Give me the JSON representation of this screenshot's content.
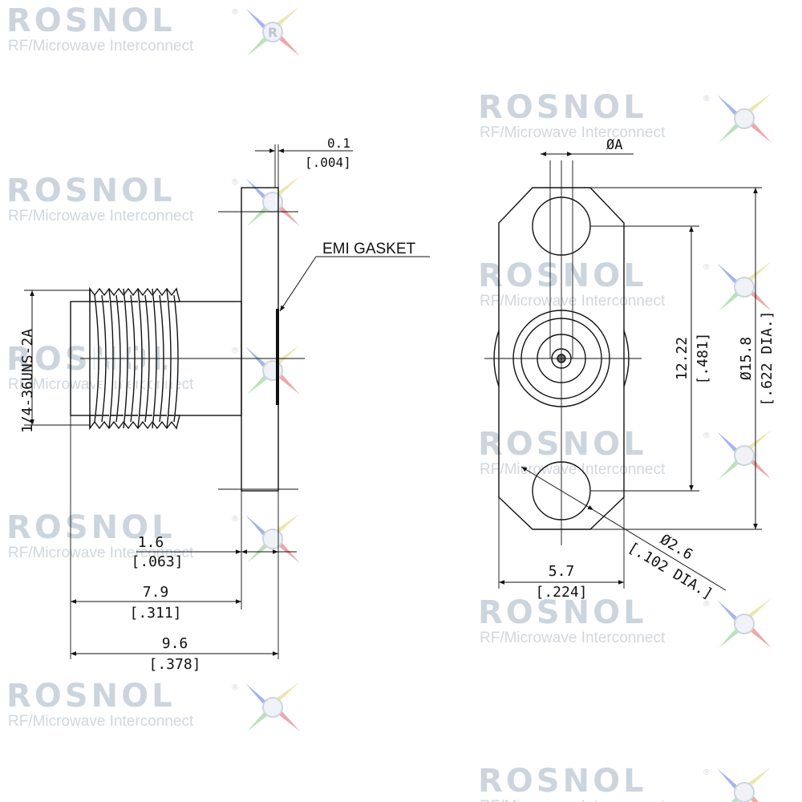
{
  "watermark": {
    "brand": "ROSNOL",
    "tagline": "RF/Microwave Interconnect",
    "registered": "®",
    "mark_letter": "R",
    "colors": {
      "brand": "#8fa4b8",
      "blue": "#3b5bd6",
      "red": "#d94040",
      "yellow": "#d8c84a",
      "green": "#6bbf6b"
    }
  },
  "side_view": {
    "thread_spec": "1/4-36UNS-2A",
    "gasket_label": "EMI GASKET",
    "dim_gasket": {
      "mm": "0.1",
      "inch": "[.004]"
    },
    "dim_flange": {
      "mm": "1.6",
      "inch": "[.063]"
    },
    "dim_body": {
      "mm": "7.9",
      "inch": "[.311]"
    },
    "dim_overall": {
      "mm": "9.6",
      "inch": "[.378]"
    }
  },
  "front_view": {
    "dim_pin_dia": "ØA",
    "dim_hole_spacing": {
      "mm": "12.22",
      "inch": "[.481]"
    },
    "dim_flange_dia": {
      "mm": "Ø15.8",
      "inch": "[.622 DIA.]"
    },
    "dim_hole_dia": {
      "mm": "Ø2.6",
      "inch": "[.102 DIA.]"
    },
    "dim_flange_width": {
      "mm": "5.7",
      "inch": "[.224]"
    }
  }
}
